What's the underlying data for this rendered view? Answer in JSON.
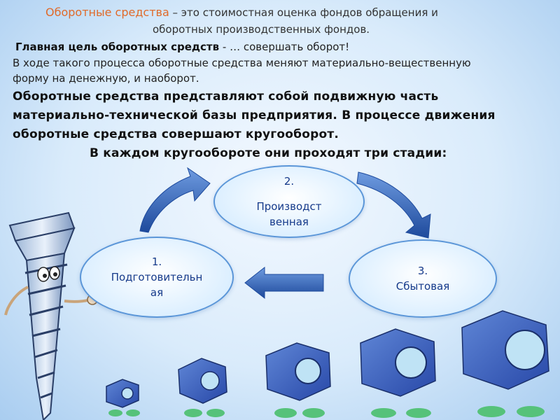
{
  "definition": {
    "term": "Оборотные средства",
    "rest": " – это стоимостная оценка фондов обращения и",
    "line2": "оборотных производственных фондов."
  },
  "goal": {
    "bold": "Главная цель оборотных средств",
    "rest": " - … совершать оборот!"
  },
  "process": {
    "line1": "В ходе такого процесса оборотные средства меняют материально-вещественную",
    "line2": "форму на денежную, и наоборот."
  },
  "statement": {
    "line1": "Оборотные средства представляют собой подвижную часть",
    "line2": "материально-технической базы предприятия. В процессе движения",
    "line3": "оборотные средства совершают кругооборот.",
    "line4": "В каждом кругообороте они проходят три стадии:"
  },
  "stages": [
    {
      "number": "1.",
      "name": "Подготовительная"
    },
    {
      "number": "2.",
      "name": "Производственная"
    },
    {
      "number": "3.",
      "name": "Сбытовая"
    }
  ],
  "colors": {
    "accent": "#e06a2a",
    "stage_text": "#163a8a",
    "arrow": "#2e5fae"
  },
  "icons": [
    "screw-character-icon",
    "nut-character-icon"
  ]
}
